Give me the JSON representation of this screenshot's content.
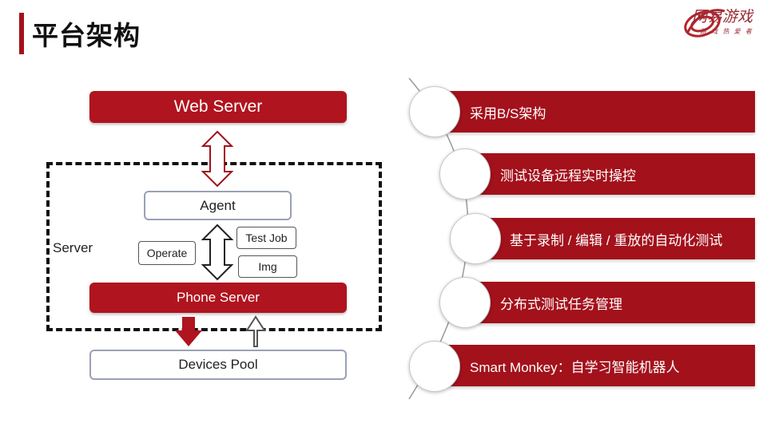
{
  "header": {
    "title": "平台架构"
  },
  "logo": {
    "brand": "网易游戏",
    "tagline": "游 戏 热 爱 者"
  },
  "diagram": {
    "web_server": "Web Server",
    "agent": "Agent",
    "server_label": "Server",
    "operate": "Operate",
    "test_job": "Test Job",
    "img": "Img",
    "phone_server": "Phone Server",
    "devices_pool": "Devices Pool"
  },
  "features": {
    "items": [
      "采用B/S架构",
      "测试设备远程实时操控",
      "基于录制 / 编辑 / 重放的自动化测试",
      "分布式测试任务管理",
      "Smart Monkey：自学习智能机器人"
    ]
  },
  "colors": {
    "accent": "#a3111b",
    "box_red": "#b0141e"
  }
}
